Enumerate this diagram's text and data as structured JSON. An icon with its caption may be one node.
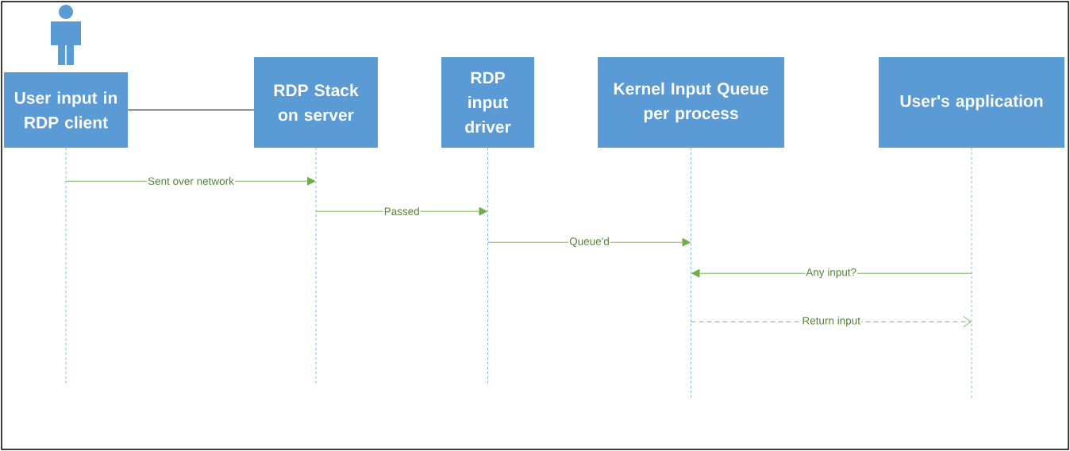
{
  "diagram": {
    "nodes": [
      {
        "text": [
          "User input in RDP client"
        ]
      },
      {
        "text": [
          "RDP Stack on server"
        ]
      },
      {
        "text": [
          "RDP input driver"
        ]
      },
      {
        "text": [
          "Kernel Input Queue per process"
        ]
      },
      {
        "text": [
          "User's application"
        ]
      }
    ],
    "edges": [
      {
        "from": 0,
        "to": 1,
        "arrow": "none",
        "color": "#000000"
      },
      {
        "from": 0,
        "to": 1,
        "arrow": "to",
        "label": "Sent over network"
      },
      {
        "from": 1,
        "to": 2,
        "arrow": "to",
        "label": "Passed"
      },
      {
        "from": 2,
        "to": 3,
        "arrow": "to",
        "label": "Queue'd"
      },
      {
        "from": 4,
        "to": 3,
        "arrow": "to",
        "label": "Any input?"
      },
      {
        "from": 3,
        "to": 4,
        "arrow": "to",
        "label": "Return input",
        "style": "dashed"
      }
    ]
  }
}
